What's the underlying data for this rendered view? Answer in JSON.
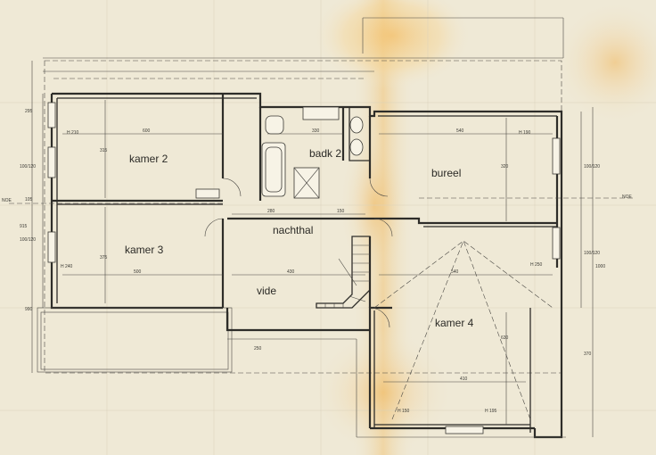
{
  "rooms": {
    "kamer2": "kamer 2",
    "badk2": "badk 2",
    "bureel": "bureel",
    "nachthal": "nachthal",
    "kamer3": "kamer 3",
    "vide": "vide",
    "kamer4": "kamer 4"
  },
  "dimensions": {
    "k2_width": "600",
    "k2_depth": "315",
    "badk_width": "330",
    "bureel_width": "540",
    "bureel_depth": "320",
    "hall_280": "280",
    "hall_150": "150",
    "k3_width": "500",
    "k3_depth": "375",
    "vide_width": "430",
    "k4_width": "540",
    "k4_depth": "630",
    "k4_bottom": "410",
    "left_295": "295",
    "left_100_120a": "100/120",
    "left_105": "105",
    "left_100_120b": "100/120",
    "left_915": "915",
    "left_990": "990",
    "right_100_120a": "100/120",
    "right_100_120b": "100/120",
    "right_1000": "1000",
    "right_370": "370",
    "window_210": "H 210",
    "window_190": "H 190",
    "window_240": "H 240",
    "window_250": "H 250",
    "window_195": "H 195",
    "window_150": "H 150",
    "cut_left": "NOE",
    "cut_right": "NOE",
    "small_250": "250"
  },
  "colors": {
    "paper": "#efe9d6",
    "line": "#2e2d29",
    "stain": "#f2c878"
  }
}
